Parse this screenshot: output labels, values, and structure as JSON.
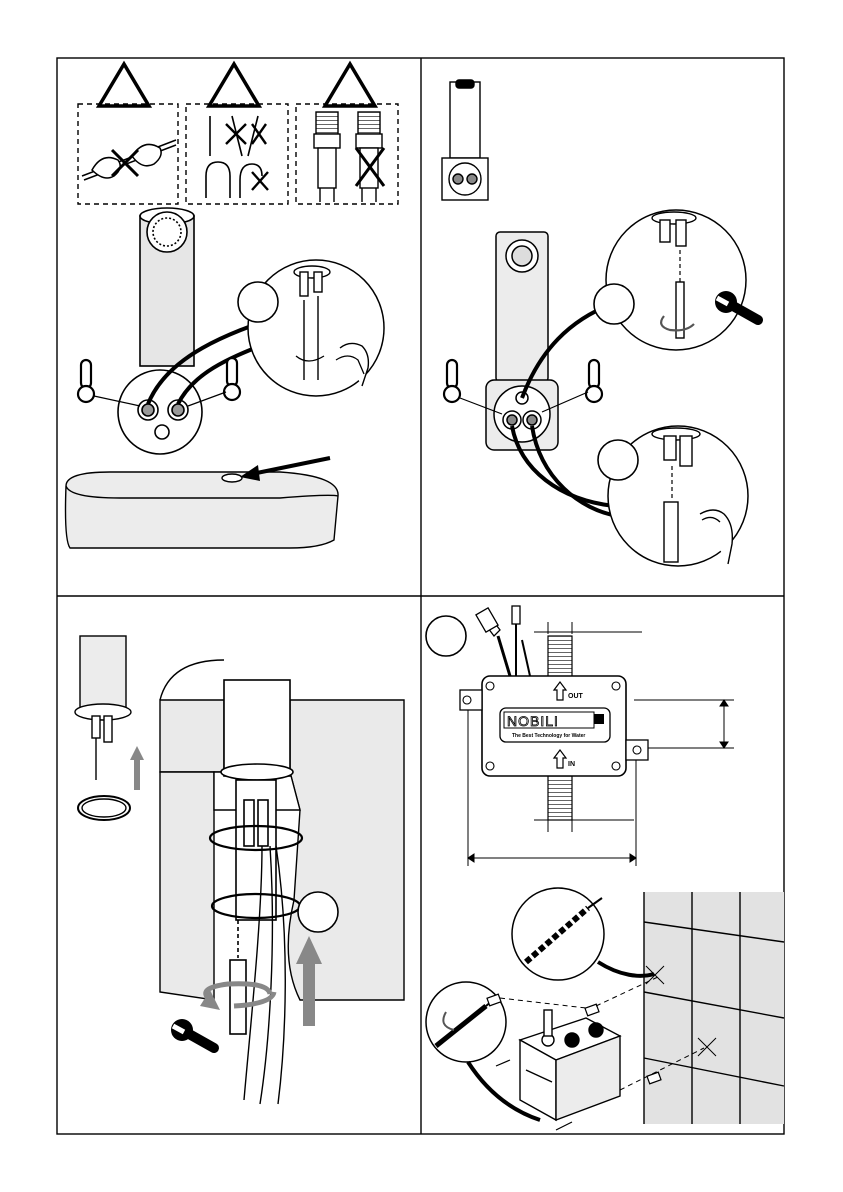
{
  "brand": {
    "name": "NOBILI",
    "tagline": "The Best Technology for Water"
  },
  "box_labels": {
    "out": "OUT",
    "in": "IN"
  },
  "icons": {
    "warning": "warning-triangle-icon",
    "hot": "thermometer-hot-icon",
    "cold": "thermometer-cold-icon",
    "spanner": "spanner-icon",
    "hand": "hand-icon",
    "rotate": "rotate-arrow-icon",
    "drill": "drill-bit-icon"
  },
  "colors": {
    "line": "#000000",
    "fill_gray": "#dcdcdc",
    "fill_light": "#efefef",
    "tile": "#e2e2e2"
  }
}
